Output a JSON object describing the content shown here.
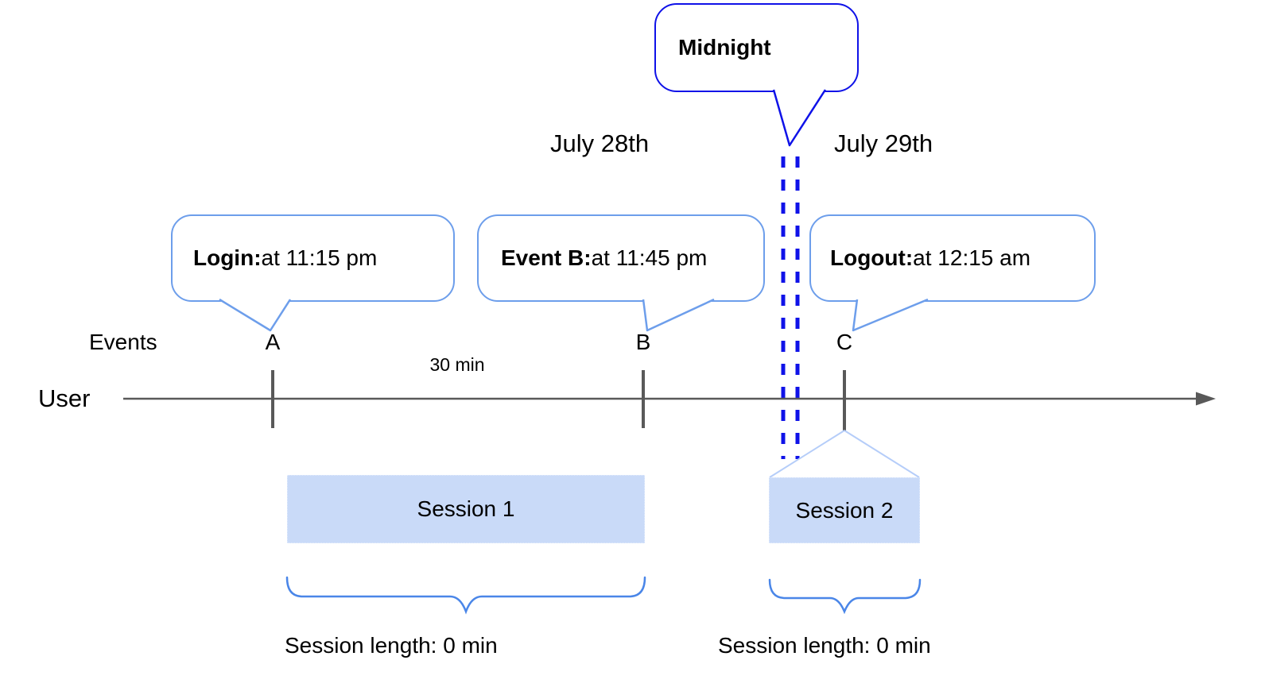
{
  "colors": {
    "midnight_blue": "#0f12e8",
    "callout_blue": "#6d9eeb",
    "brace_blue": "#4a86e8",
    "funnel_blue": "#b5cdf9",
    "session_fill": "#c9daf8",
    "axis_gray": "#595959",
    "text_black": "#000000"
  },
  "dates": {
    "left_label": "July 28th",
    "right_label": "July 29th"
  },
  "callouts": {
    "midnight": {
      "label": "Midnight"
    },
    "login": {
      "bold": "Login:",
      "rest": " at 11:15 pm"
    },
    "event_b": {
      "bold": "Event B:",
      "rest": " at 11:45 pm"
    },
    "logout": {
      "bold": "Logout:",
      "rest": " at 12:15 am"
    }
  },
  "timeline": {
    "events_label": "Events",
    "user_label": "User",
    "interval_label": "30 min",
    "marks": [
      {
        "label": "A"
      },
      {
        "label": "B"
      },
      {
        "label": "C"
      }
    ]
  },
  "sessions": [
    {
      "label": "Session 1",
      "length_label": "Session length: 0 min"
    },
    {
      "label": "Session 2",
      "length_label": "Session length: 0 min"
    }
  ]
}
